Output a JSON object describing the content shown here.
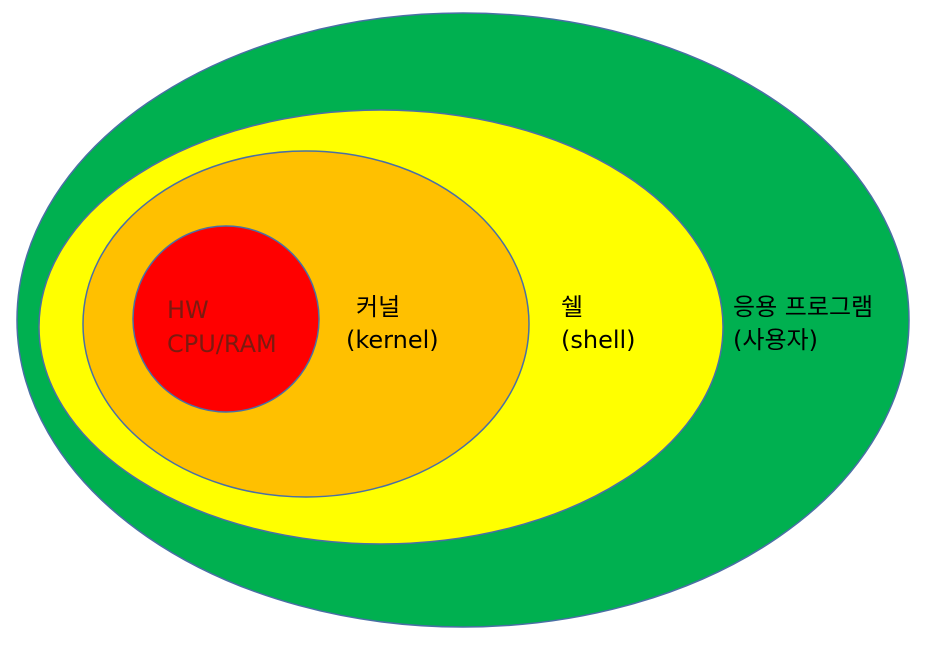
{
  "layers": {
    "application": {
      "line1": "응용 프로그램",
      "line2": "(사용자)",
      "fill": "#00B050"
    },
    "shell": {
      "line1": "쉘",
      "line2": "(shell)",
      "fill": "#FFFF00"
    },
    "kernel": {
      "line1": "커널",
      "line2": "(kernel)",
      "fill": "#FFC000"
    },
    "hardware": {
      "line1": "HW",
      "line2": "CPU/RAM",
      "fill": "#FF0000",
      "text_color": "#7B1A10"
    }
  },
  "colors": {
    "outline": "#4A6FA5",
    "text": "#000000"
  }
}
